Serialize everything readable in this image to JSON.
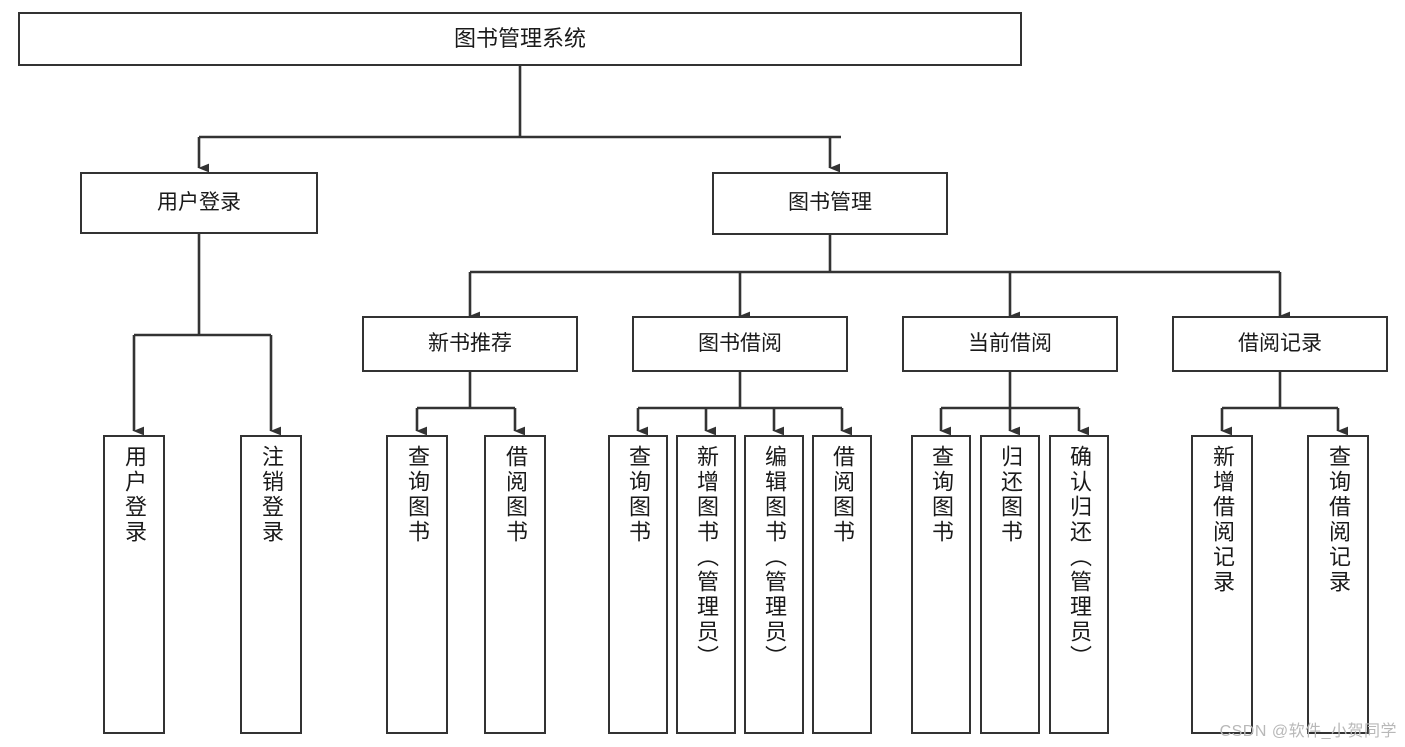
{
  "diagram": {
    "type": "tree-hierarchy-chart",
    "title_node": {
      "id": "root",
      "label": "图书管理系统"
    },
    "level2": [
      {
        "id": "user-login",
        "label": "用户登录"
      },
      {
        "id": "book-management",
        "label": "图书管理"
      }
    ],
    "level3": [
      {
        "id": "new-book-recommend",
        "label": "新书推荐",
        "parent": "book-management"
      },
      {
        "id": "book-borrow",
        "label": "图书借阅",
        "parent": "book-management"
      },
      {
        "id": "current-borrow",
        "label": "当前借阅",
        "parent": "book-management"
      },
      {
        "id": "borrow-record",
        "label": "借阅记录",
        "parent": "book-management"
      }
    ],
    "leaves": [
      {
        "id": "leaf-user-login",
        "label": "用户登录",
        "parent": "user-login"
      },
      {
        "id": "leaf-logout-login",
        "label": "注销登录",
        "parent": "user-login"
      },
      {
        "id": "leaf-query-book-1",
        "label": "查询图书",
        "parent": "new-book-recommend"
      },
      {
        "id": "leaf-borrow-book-1",
        "label": "借阅图书",
        "parent": "new-book-recommend"
      },
      {
        "id": "leaf-query-book-2",
        "label": "查询图书",
        "parent": "book-borrow"
      },
      {
        "id": "leaf-add-book",
        "label": "新增图书（管理员）",
        "parent": "book-borrow"
      },
      {
        "id": "leaf-edit-book",
        "label": "编辑图书（管理员）",
        "parent": "book-borrow"
      },
      {
        "id": "leaf-borrow-book-2",
        "label": "借阅图书",
        "parent": "book-borrow"
      },
      {
        "id": "leaf-query-book-3",
        "label": "查询图书",
        "parent": "current-borrow"
      },
      {
        "id": "leaf-return-book",
        "label": "归还图书",
        "parent": "current-borrow"
      },
      {
        "id": "leaf-confirm-return",
        "label": "确认归还（管理员）",
        "parent": "current-borrow"
      },
      {
        "id": "leaf-add-record",
        "label": "新增借阅记录",
        "parent": "borrow-record"
      },
      {
        "id": "leaf-query-record",
        "label": "查询借阅记录",
        "parent": "borrow-record"
      }
    ],
    "colors": {
      "border": "#333333",
      "background": "#ffffff",
      "text": "#1a1a1a",
      "watermark": "#b8b8b8"
    }
  },
  "watermark": {
    "text": "CSDN @软件_小贺同学"
  }
}
